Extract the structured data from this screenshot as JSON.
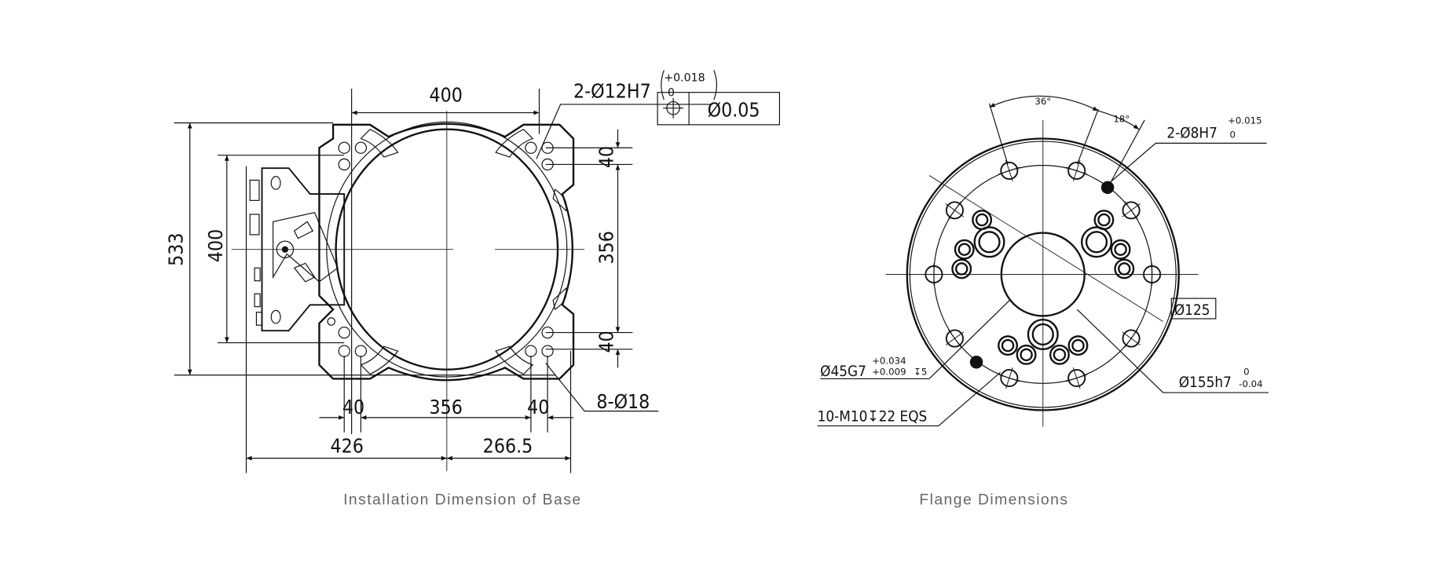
{
  "base_drawing": {
    "caption": "Installation Dimension of Base",
    "dim_top_width": "400",
    "dim_overall_height": "533",
    "dim_inner_height": "400",
    "dim_right_top": "40",
    "dim_right_mid": "356",
    "dim_right_bottom": "40",
    "dim_bottom_left": "40",
    "dim_bottom_mid": "356",
    "dim_bottom_right": "40",
    "dim_left_offset": "426",
    "dim_right_offset": "266.5",
    "pin_hole_label": "2-Ø12H7",
    "pin_hole_tol_upper": "+0.018",
    "pin_hole_tol_lower": "0",
    "position_tolerance_symbol": "position-icon",
    "position_tolerance": "Ø0.05",
    "mount_holes_label": "8-Ø18"
  },
  "flange_drawing": {
    "caption": "Flange Dimensions",
    "angle_36": "36°",
    "angle_18": "18°",
    "pin_hole_label": "2-Ø8H7",
    "pin_hole_tol_upper": "+0.015",
    "pin_hole_tol_lower": "0",
    "bolt_circle": "Ø125",
    "bore_label": "Ø45G7",
    "bore_tol_upper": "+0.034",
    "bore_tol_lower": "+0.009",
    "bore_depth": "↧5",
    "thread_label": "10-M10↧22 EQS",
    "outer_label": "Ø155h7",
    "outer_tol_upper": "0",
    "outer_tol_lower": "-0.04"
  }
}
